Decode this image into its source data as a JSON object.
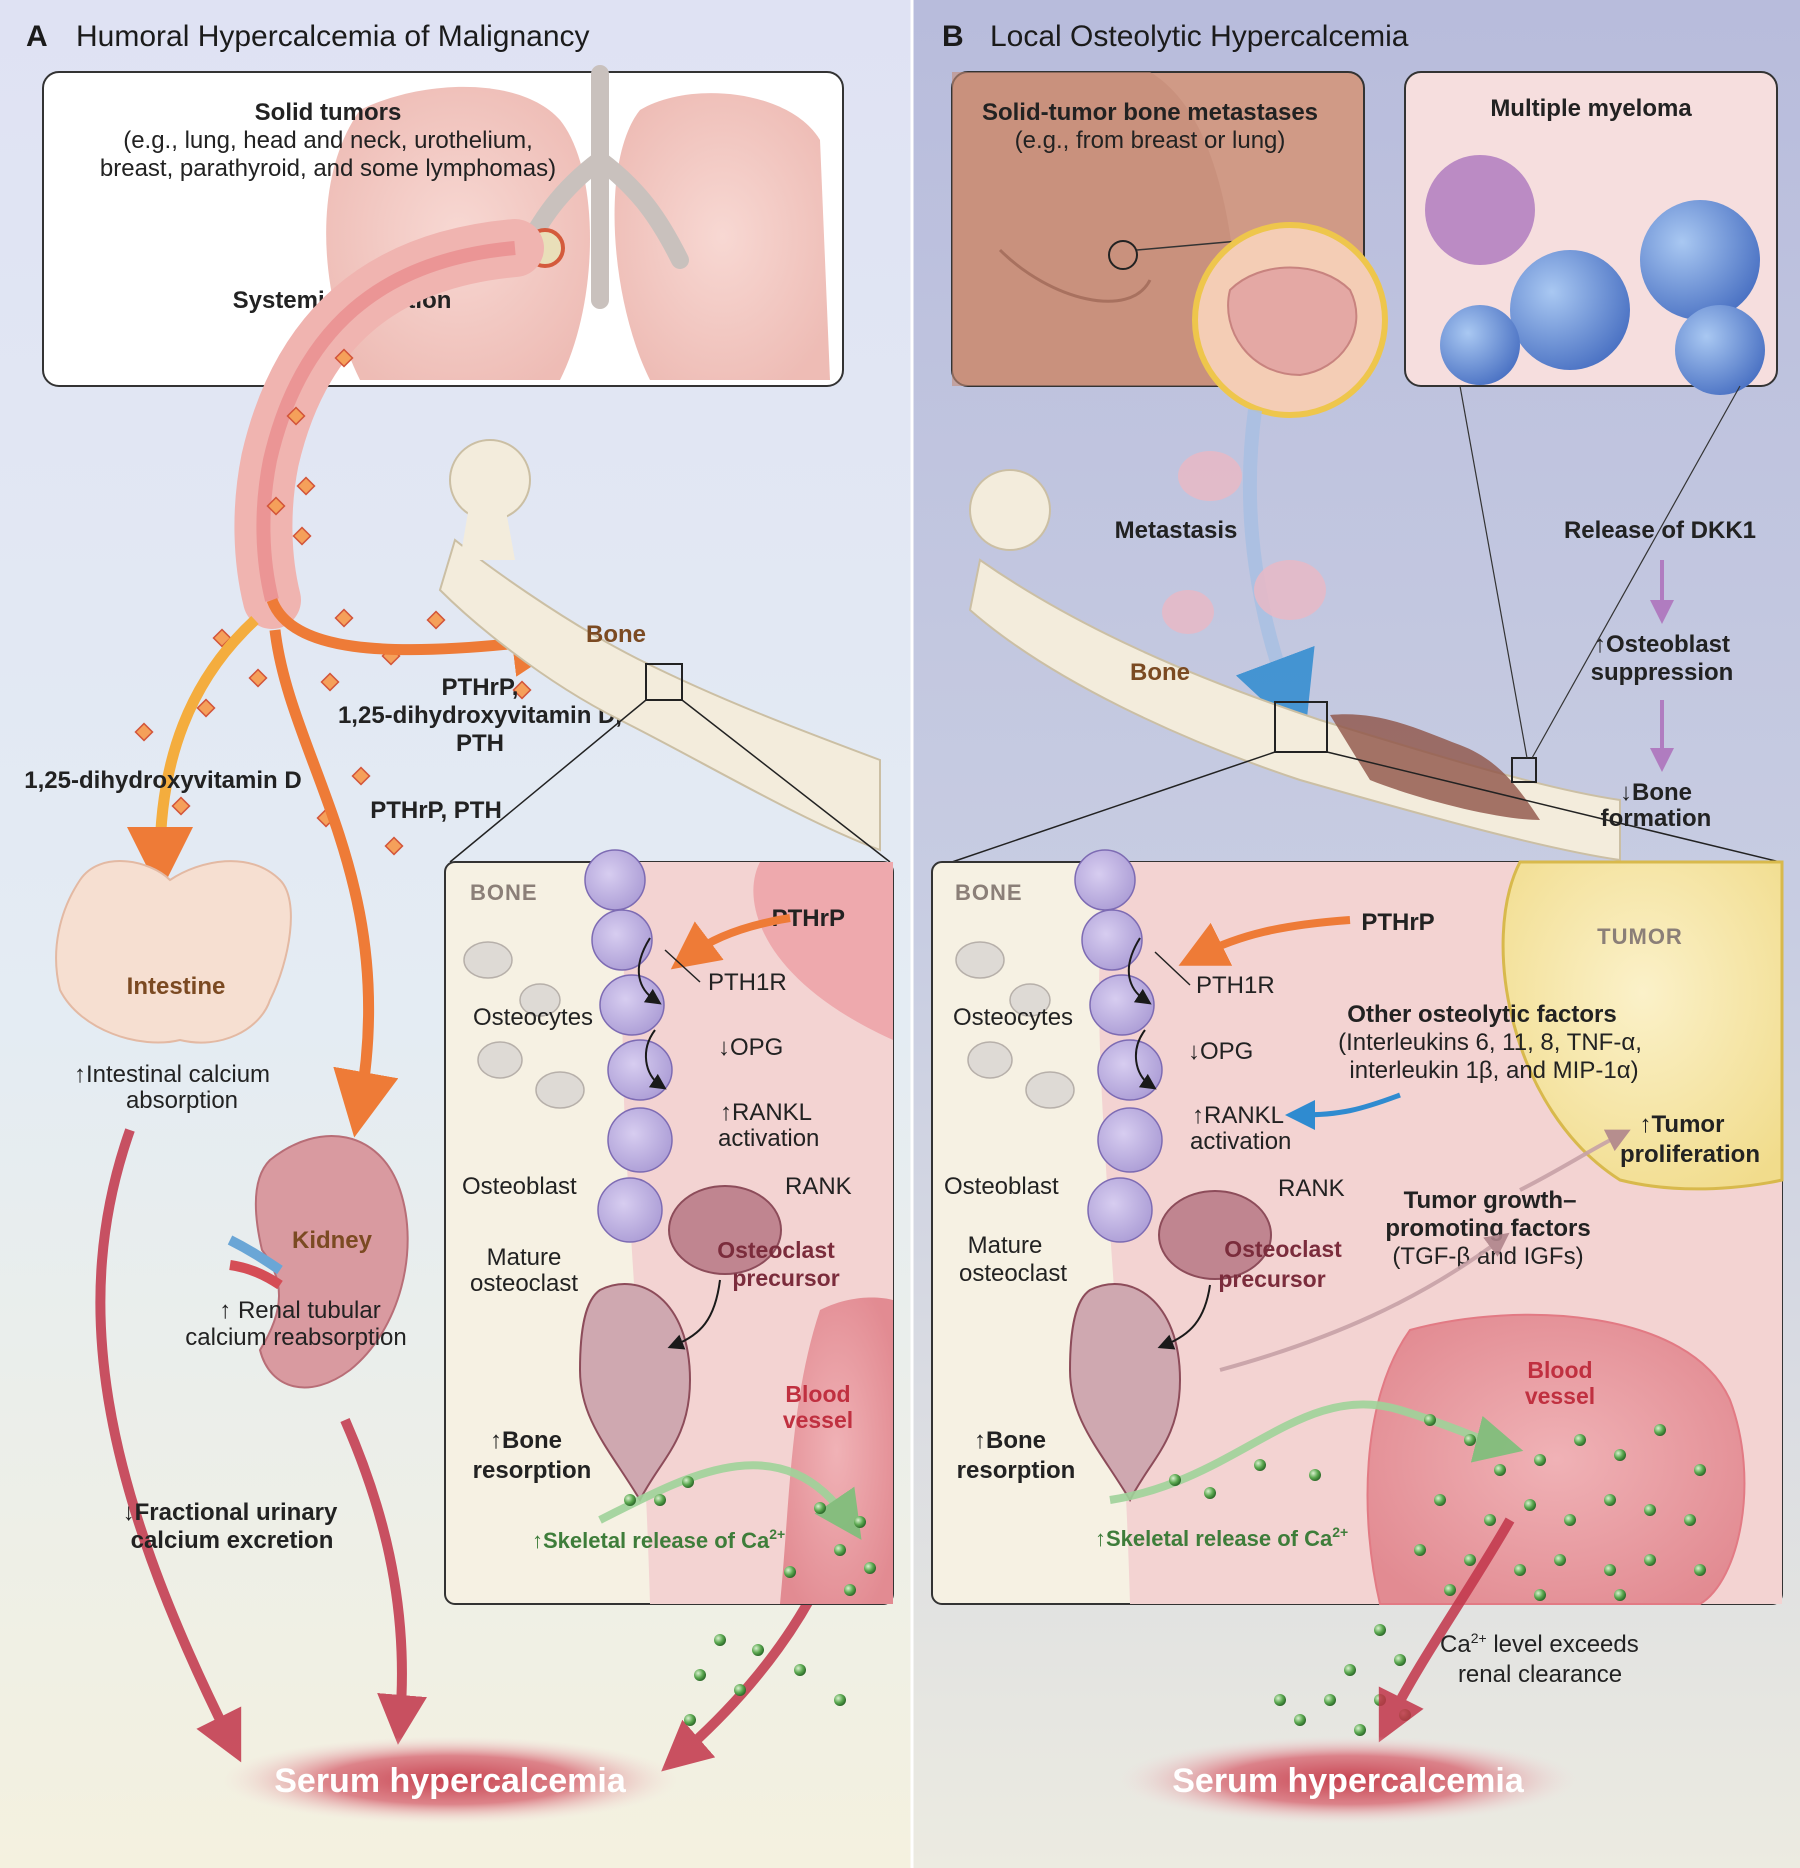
{
  "panelA": {
    "letter": "A",
    "title": "Humoral Hypercalcemia of Malignancy",
    "tumor_box": {
      "title": "Solid tumors",
      "line1": "(e.g., lung, head and neck, urothelium,",
      "line2": "breast, parathyroid, and some lymphomas)",
      "secretion": "Systemic secretion"
    },
    "bone_label": "Bone",
    "bone_arrow_label": [
      "PTHrP,",
      "1,25-dihydroxyvitamin D,",
      "PTH"
    ],
    "intestine_arrow_label": "1,25-dihydroxyvitamin D",
    "kidney_arrow_label": "PTHrP, PTH",
    "intestine": {
      "label": "Intestine",
      "effect1": "↑Intestinal calcium",
      "effect2": "absorption"
    },
    "kidney": {
      "label": "Kidney",
      "effect1": "↑ Renal tubular",
      "effect2": "calcium reabsorption"
    },
    "urinary1": "↓Fractional urinary",
    "urinary2": "calcium excretion",
    "inset": {
      "bone": "BONE",
      "pthrp": "PTHrP",
      "pth1r": "PTH1R",
      "osteocytes": "Osteocytes",
      "opg": "↓OPG",
      "rankl1": "↑RANKL",
      "rankl2": "activation",
      "rank": "RANK",
      "osteoblast": "Osteoblast",
      "mature1": "Mature",
      "mature2": "osteoclast",
      "precursor1": "Osteoclast",
      "precursor2": "precursor",
      "resorption1": "↑Bone",
      "resorption2": "resorption",
      "blood1": "Blood",
      "blood2": "vessel",
      "skeletal": "↑Skeletal release of Ca",
      "ca_sup": "2+"
    },
    "serum": "Serum hypercalcemia"
  },
  "panelB": {
    "letter": "B",
    "title": "Local Osteolytic Hypercalcemia",
    "meta_box": {
      "title": "Solid-tumor bone metastases",
      "sub": "(e.g., from breast or lung)"
    },
    "myeloma_box": {
      "title": "Multiple myeloma"
    },
    "metastasis": "Metastasis",
    "bone_label": "Bone",
    "dkk1": "Release of DKK1",
    "osteoblast_supp1": "↑Osteoblast",
    "osteoblast_supp2": "suppression",
    "bone_form1": "↓Bone",
    "bone_form2": "formation",
    "inset": {
      "bone": "BONE",
      "tumor": "TUMOR",
      "pthrp": "PTHrP",
      "pth1r": "PTH1R",
      "osteocytes": "Osteocytes",
      "opg": "↓OPG",
      "rankl1": "↑RANKL",
      "rankl2": "activation",
      "rank": "RANK",
      "osteoblast": "Osteoblast",
      "mature1": "Mature",
      "mature2": "osteoclast",
      "precursor1": "Osteoclast",
      "precursor2": "precursor",
      "other_title": "Other osteolytic factors",
      "other1": "(Interleukins 6, 11, 8, TNF-α,",
      "other2": "interleukin 1β, and MIP-1α)",
      "tumor_prolif1": "↑Tumor",
      "tumor_prolif2": "proliferation",
      "growth1": "Tumor growth–",
      "growth2": "promoting factors",
      "growth3": "(TGF-β and IGFs)",
      "resorption1": "↑Bone",
      "resorption2": "resorption",
      "blood1": "Blood",
      "blood2": "vessel",
      "skeletal": "↑Skeletal release of Ca",
      "ca_sup": "2+"
    },
    "renal1a": "Ca",
    "renal1sup": "2+",
    "renal1b": " level exceeds",
    "renal2": "renal clearance",
    "serum": "Serum hypercalcemia"
  },
  "colors": {
    "panelA_bg_top": "#dfe3f2",
    "panelB_bg_top": "#b9bdda",
    "orange_arrow": "#ee7b37",
    "red_arrow": "#c2354a",
    "purple_arrow": "#b07cc0",
    "blue_arrow": "#2f8bd0",
    "calcium_dot": "#4f9f48"
  }
}
